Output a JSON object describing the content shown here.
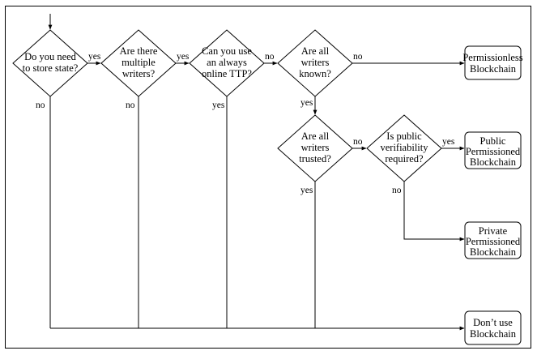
{
  "nodes": {
    "store_state": {
      "lines": [
        "Do you need",
        "to store state?"
      ]
    },
    "multiple_writers": {
      "lines": [
        "Are there",
        "multiple",
        "writers?"
      ]
    },
    "online_ttp": {
      "lines": [
        "Can you use",
        "an always",
        "online TTP?"
      ]
    },
    "writers_known": {
      "lines": [
        "Are all",
        "writers",
        "known?"
      ]
    },
    "writers_trusted": {
      "lines": [
        "Are all",
        "writers",
        "trusted?"
      ]
    },
    "public_verifiability": {
      "lines": [
        "Is public",
        "verifiability",
        "required?"
      ]
    },
    "permissionless": {
      "lines": [
        "Permissionless",
        "Blockchain"
      ]
    },
    "public_permissioned": {
      "lines": [
        "Public",
        "Permissioned",
        "Blockchain"
      ]
    },
    "private_permissioned": {
      "lines": [
        "Private",
        "Permissioned",
        "Blockchain"
      ]
    },
    "dont_use": {
      "lines": [
        "Don’t use",
        "Blockchain"
      ]
    }
  },
  "edges": {
    "store_yes": "yes",
    "store_no": "no",
    "multi_yes": "yes",
    "multi_no": "no",
    "ttp_no": "no",
    "ttp_yes": "yes",
    "known_no": "no",
    "known_yes": "yes",
    "trusted_no": "no",
    "trusted_yes": "yes",
    "verif_yes": "yes",
    "verif_no": "no"
  }
}
